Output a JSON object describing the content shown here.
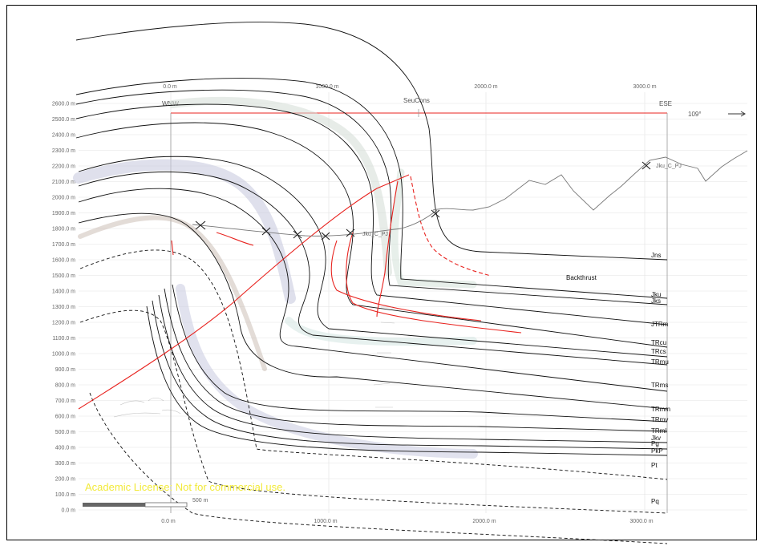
{
  "section": {
    "left_end": "WNW",
    "right_end": "ESE",
    "azimuth": "109°",
    "seismic_label": "SeuCons",
    "backthrust_label": "Backthrust",
    "watermark": "Academic License: Not for commercial use.",
    "scale_bar_label": "500 m"
  },
  "axes": {
    "top_x_ticks": [
      "0.0 m",
      "1000.0 m",
      "2000.0 m",
      "3000.0 m"
    ],
    "bottom_x_ticks": [
      "0.0 m",
      "1000.0 m",
      "2000.0 m",
      "3000.0 m"
    ],
    "y_ticks": [
      "2600.0 m",
      "2500.0 m",
      "2400.0 m",
      "2300.0 m",
      "2200.0 m",
      "2100.0 m",
      "2000.0 m",
      "1900.0 m",
      "1800.0 m",
      "1700.0 m",
      "1600.0 m",
      "1500.0 m",
      "1400.0 m",
      "1300.0 m",
      "1200.0 m",
      "1100.0 m",
      "1000.0 m",
      "900.0 m",
      "800.0 m",
      "700.0 m",
      "600.0 m",
      "500.0 m",
      "400.0 m",
      "300.0 m",
      "200.0 m",
      "100.0 m",
      "0.0 m"
    ]
  },
  "units": [
    "Jns",
    "Jku",
    "Jks",
    "JTRm",
    "TRcu",
    "TRcs",
    "TRmu",
    "TRms",
    "TRmm",
    "TRmv",
    "TRml",
    "Jkv",
    "Pg",
    "PkP",
    "Pt",
    "Pq"
  ],
  "annotations": {
    "topo_right": "Jku_C_PJ",
    "topo_mid": "Jku_C_PJ"
  },
  "colors": {
    "fault": "#e8231f",
    "horizon": "#111111",
    "topography": "#777777",
    "grid": "#e3e3e3",
    "watermark": "#f2ea3a"
  }
}
